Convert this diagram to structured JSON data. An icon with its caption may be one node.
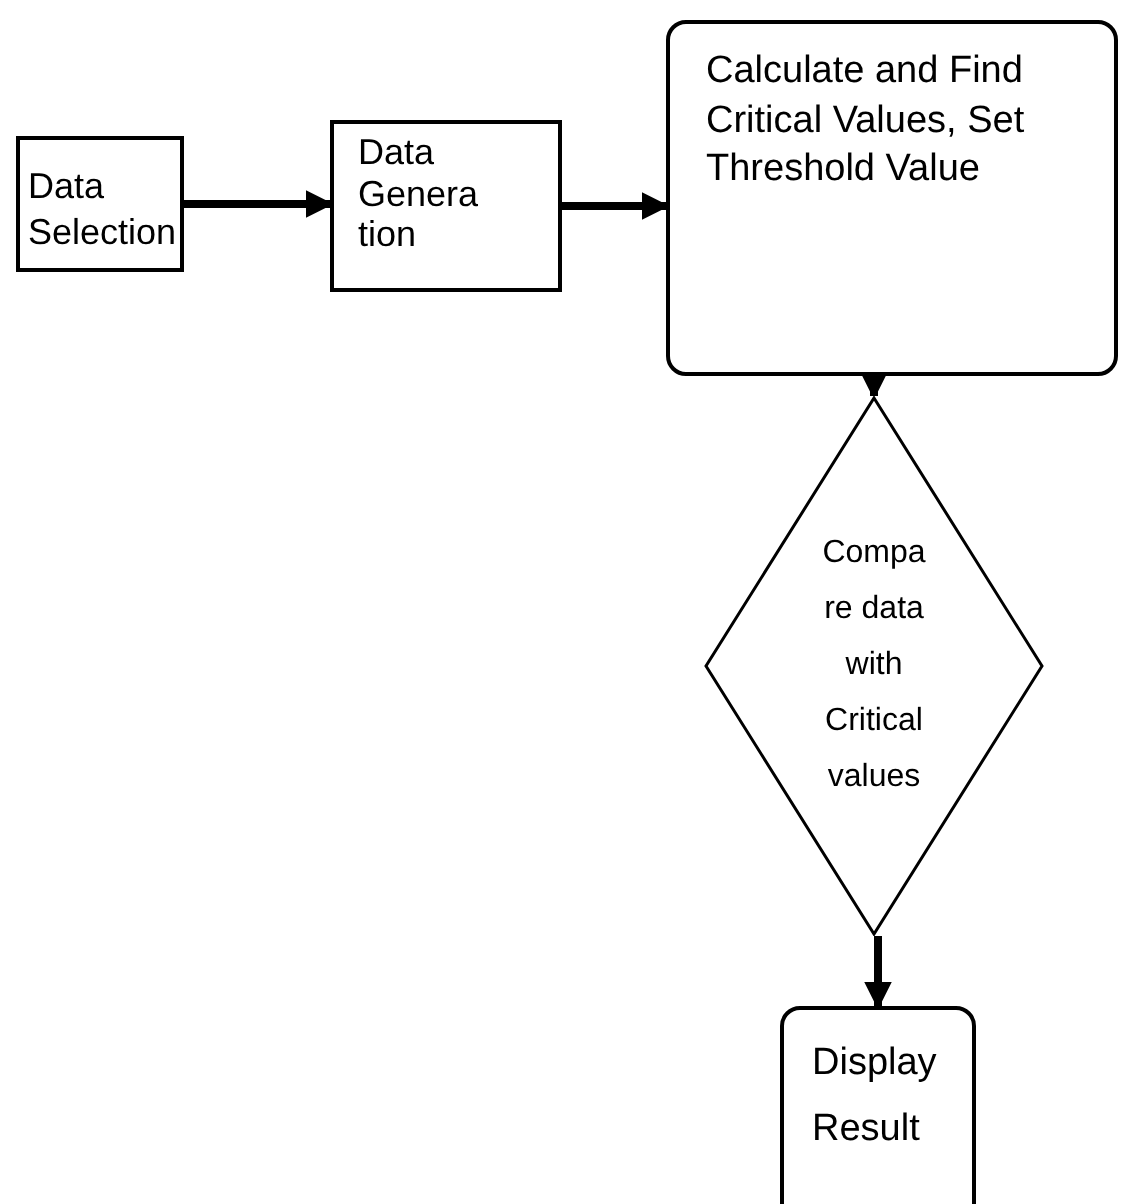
{
  "diagram": {
    "nodes": [
      {
        "text": [
          "Data Selection"
        ]
      },
      {
        "text": [
          "Data Genera tion"
        ]
      },
      {
        "text": [
          "Calculate and Find Critical Values, Set Threshold Value"
        ]
      },
      {
        "text": [
          "Compa re data with Critical values"
        ]
      },
      {
        "text": [
          "Display Result"
        ]
      }
    ],
    "edges": [
      {
        "from": 0,
        "to": 1,
        "arrow": "to"
      },
      {
        "from": 1,
        "to": 2,
        "arrow": "to"
      },
      {
        "from": 2,
        "to": 3,
        "arrow": "to"
      },
      {
        "from": 3,
        "to": 4,
        "arrow": "to"
      }
    ]
  }
}
